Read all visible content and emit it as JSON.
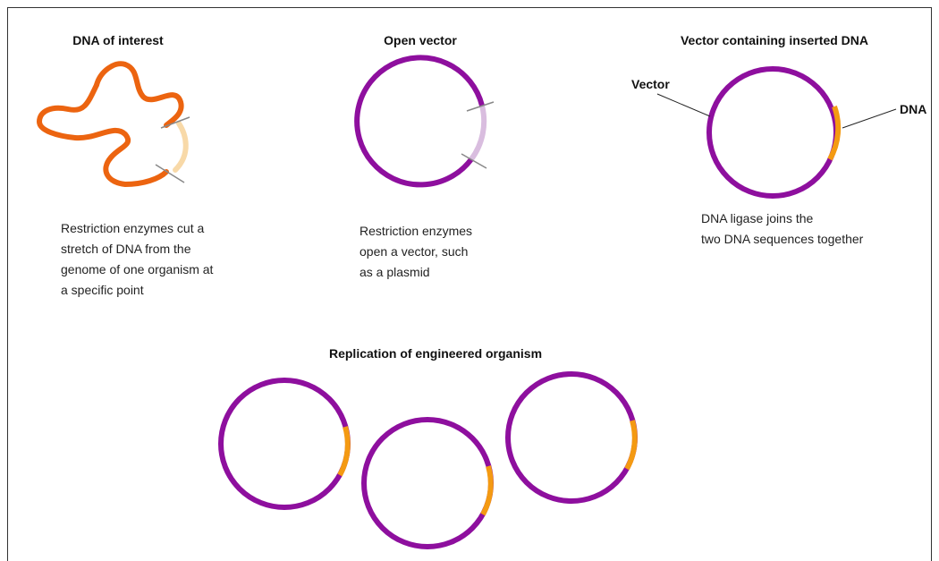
{
  "panels": {
    "dna_of_interest": {
      "title": "DNA of interest",
      "desc": [
        "Restriction enzymes cut a",
        "stretch of DNA from the",
        "genome of one organism at",
        "a specific point"
      ]
    },
    "open_vector": {
      "title": "Open vector",
      "desc": [
        "Restriction enzymes",
        "open a vector, such",
        "as a plasmid"
      ]
    },
    "inserted": {
      "title": "Vector containing inserted DNA",
      "desc": [
        "DNA ligase joins the",
        "two DNA sequences together"
      ],
      "label_vector": "Vector",
      "label_dna": "DNA"
    },
    "replication": {
      "title": "Replication of engineered organism"
    }
  },
  "colors": {
    "vector": "#8e0f9e",
    "vector_open_gap": "#d9bddf",
    "dna": "#ec6410",
    "dna_light": "#f8d9a8",
    "insert": "#f49a12",
    "cut_mark": "#888888"
  }
}
